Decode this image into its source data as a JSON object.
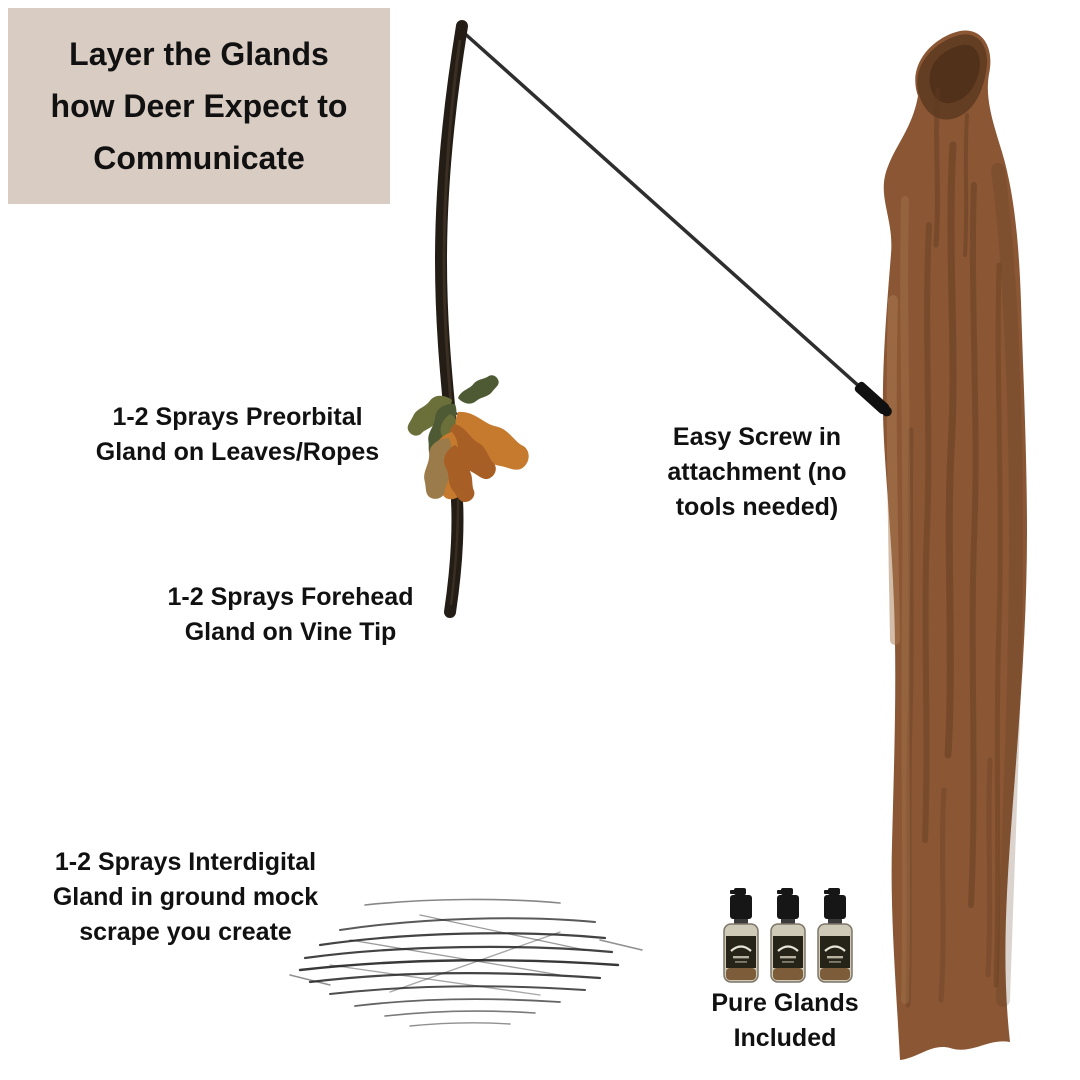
{
  "header": {
    "lines": [
      "Layer the Glands",
      "how Deer Expect to",
      "Communicate"
    ]
  },
  "annotations": {
    "preorbital": {
      "lines": [
        "1-2 Sprays Preorbital",
        "Gland on Leaves/Ropes"
      ]
    },
    "screw": {
      "lines": [
        "Easy Screw in",
        "attachment (no",
        "tools needed)"
      ]
    },
    "forehead": {
      "lines": [
        "1-2 Sprays Forehead",
        "Gland on Vine Tip"
      ]
    },
    "interdigital": {
      "lines": [
        "1-2 Sprays Interdigital",
        "Gland in ground mock",
        "scrape you create"
      ]
    },
    "pure_glands": {
      "lines": [
        "Pure Glands",
        "Included"
      ]
    }
  },
  "colors": {
    "header_bg": "#d9cdc3",
    "ink": "#111111",
    "tree_base": "#8a5634",
    "tree_dark": "#5d3920",
    "tree_light": "#aa7c52",
    "vine": "#241d15",
    "wire": "#2e2e2e",
    "leaf_olive": "#6b6f3a",
    "leaf_green": "#4d5a33",
    "leaf_orange": "#c57a2e",
    "leaf_rust": "#a85f26",
    "leaf_tan": "#9c7b4a",
    "scribble": "#222222",
    "bottle_cap": "#161616",
    "bottle_label": "#262318",
    "bottle_body": "#cfc9b8",
    "bottle_liquid": "#6e4a22"
  }
}
